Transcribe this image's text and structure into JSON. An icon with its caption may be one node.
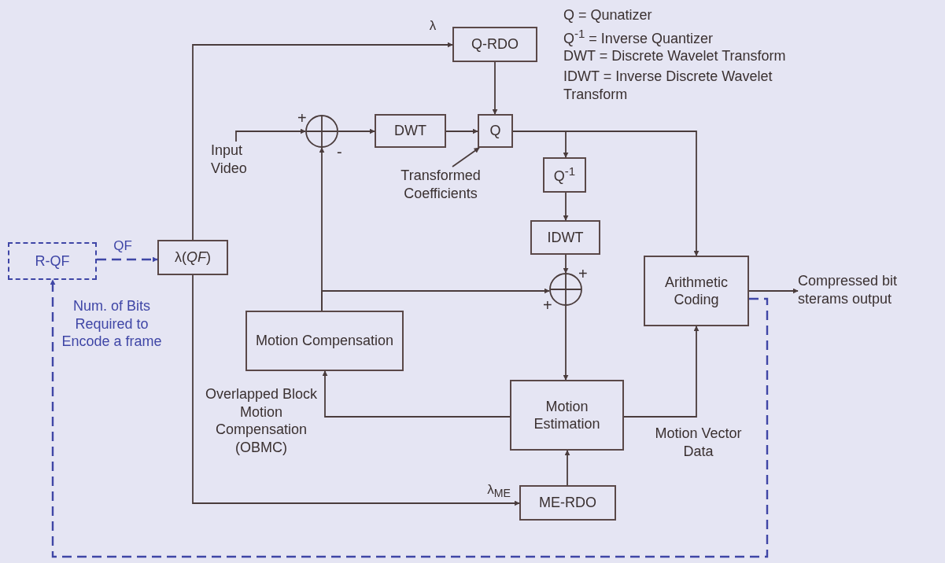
{
  "diagram": {
    "nodes": [
      {
        "text": [
          "Q-RDO"
        ]
      },
      {
        "text": [
          "Input Video"
        ]
      },
      {
        "text": [],
        "shape": "circle",
        "beside": [
          "+",
          "-"
        ]
      },
      {
        "text": [
          "DWT"
        ]
      },
      {
        "text": [
          "Q"
        ]
      },
      {
        "text": [
          "Transformed Coefficients"
        ]
      },
      {
        "text": [
          "Q$^{-1}$"
        ]
      },
      {
        "text": [
          "R-QF"
        ]
      },
      {
        "text": [
          "λ(*QF*)"
        ]
      },
      {
        "text": [
          "IDWT"
        ]
      },
      {
        "text": [],
        "shape": "circle",
        "beside": [
          "+",
          "+"
        ]
      },
      {
        "text": [
          "Arithmetic Coding"
        ]
      },
      {
        "text": [
          "Compressed bit sterams output"
        ]
      },
      {
        "text": [
          "Motion Compensation"
        ]
      },
      {
        "text": [
          "Motion Estimation"
        ]
      },
      {
        "text": [
          "ME-RDO"
        ]
      }
    ],
    "edges": [
      {
        "from": 8,
        "to": 0,
        "arrow": "to",
        "label": "λ"
      },
      {
        "from": 1,
        "to": 2,
        "arrow": "to"
      },
      {
        "from": 2,
        "to": 3,
        "arrow": "to"
      },
      {
        "from": 3,
        "to": 4,
        "arrow": "to"
      },
      {
        "from": 0,
        "to": 4,
        "arrow": "to"
      },
      {
        "from": 5,
        "to": 4,
        "arrow": "to"
      },
      {
        "from": 4,
        "to": 6,
        "arrow": "to"
      },
      {
        "from": 4,
        "to": 11,
        "arrow": "to"
      },
      {
        "from": 6,
        "to": 9,
        "arrow": "to"
      },
      {
        "from": 9,
        "to": 10,
        "arrow": "to"
      },
      {
        "from": 13,
        "to": 2,
        "arrow": "to"
      },
      {
        "from": 13,
        "to": 10,
        "arrow": "to"
      },
      {
        "from": 10,
        "to": 14,
        "arrow": "to"
      },
      {
        "from": 14,
        "to": 13,
        "arrow": "to",
        "label": "Overlapped Block Motion Compensation (OBMC)"
      },
      {
        "from": 14,
        "to": 11,
        "arrow": "to",
        "label": "Motion Vector Data"
      },
      {
        "from": 15,
        "to": 14,
        "arrow": "to"
      },
      {
        "from": 8,
        "to": 15,
        "arrow": "to",
        "label": "λ$_{ME}$"
      },
      {
        "from": 11,
        "to": 12,
        "arrow": "to"
      },
      {
        "from": 11,
        "to": 7,
        "arrow": "to",
        "label": "Num. of Bits Required to Encode a frame",
        "style": "dashed",
        "color": "#3f46a6"
      },
      {
        "from": 7,
        "to": 8,
        "arrow": "to",
        "label": "QF",
        "style": "dashed",
        "color": "#3f46a6"
      }
    ],
    "labels": [
      "Q = Qunatizer",
      "Q$^{-1}$ = Inverse Quantizer",
      "DWT = Discrete Wavelet Transform",
      "IDWT = Inverse Discrete Wavelet Transform"
    ]
  }
}
